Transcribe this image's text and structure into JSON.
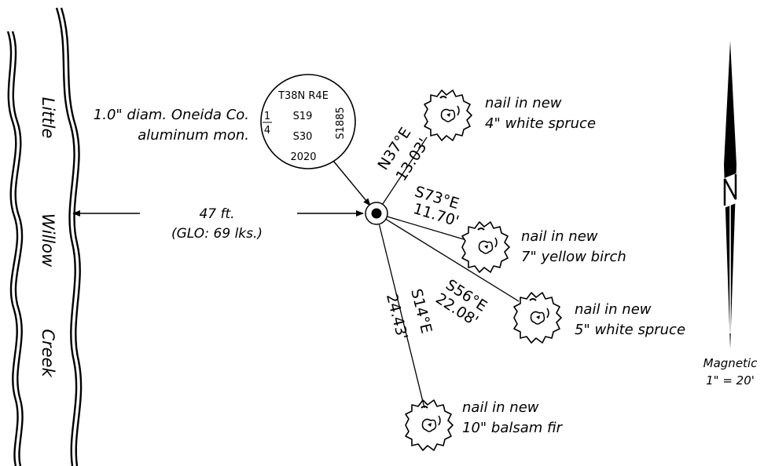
{
  "creek": {
    "words": [
      "Little",
      "Willow",
      "Creek"
    ]
  },
  "monument": {
    "desc_line1": "1.0\" diam. Oneida Co.",
    "desc_line2": "aluminum mon.",
    "cap_top": "T38N R4E",
    "cap_s19": "S19",
    "cap_s30": "S30",
    "cap_year": "2020",
    "cap_frac_num": "1",
    "cap_frac_den": "4",
    "cap_side": "S1885"
  },
  "distance": {
    "line1": "47 ft.",
    "line2": "(GLO: 69 lks.)"
  },
  "witness_trees": [
    {
      "bearing": "N37°E",
      "distance": "13.03'",
      "line1": "nail in new",
      "line2": "4\" white spruce"
    },
    {
      "bearing": "S73°E",
      "distance": "11.70'",
      "line1": "nail in new",
      "line2": "7\" yellow birch"
    },
    {
      "bearing": "S56°E",
      "distance": "22.08'",
      "line1": "nail in new",
      "line2": "5\" white spruce"
    },
    {
      "bearing": "S14°E",
      "distance": "24.43'",
      "line1": "nail in new",
      "line2": "10\" balsam fir"
    }
  ],
  "north_arrow": {
    "label": "Magnetic",
    "scale": "1\" = 20'"
  }
}
